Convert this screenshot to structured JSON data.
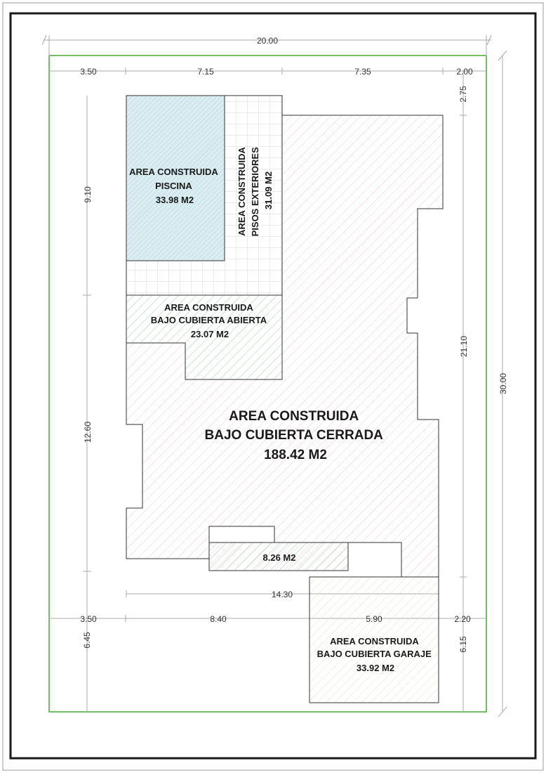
{
  "colors": {
    "frame": "#1a1a1a",
    "lot_boundary": "#44aa33",
    "outline": "#333333",
    "dim_line": "#aaaaaa",
    "hatch_house": "#e9c9d1",
    "hatch_roof": "#9fcfb0",
    "hatch_garage": "#e2e6bf",
    "pool_fill": "#dcedf2",
    "pool_hatch": "#9ccbd6",
    "tile_grid": "#d6d6d6"
  },
  "areas": {
    "piscina": [
      "AREA CONSTRUIDA",
      "PISCINA",
      "33.98 M2"
    ],
    "pisos_exteriores": [
      "AREA CONSTRUIDA",
      "PISOS EXTERIORES",
      "31.09 M2"
    ],
    "cubierta_abierta": [
      "AREA CONSTRUIDA",
      "BAJO CUBIERTA ABIERTA",
      "23.07 M2"
    ],
    "cubierta_cerrada": [
      "AREA CONSTRUIDA",
      "BAJO CUBIERTA CERRADA",
      "188.42 M2"
    ],
    "small": "8.26 M2",
    "garaje": [
      "AREA CONSTRUIDA",
      "BAJO CUBIERTA GARAJE",
      "33.92 M2"
    ]
  },
  "dimensions": {
    "total_width": "20.00",
    "total_height": "30.00",
    "top_segments": [
      "3.50",
      "7.15",
      "7.35",
      "2.00"
    ],
    "top_right_offset": "2.75",
    "left_upper": "9.10",
    "left_lower": "12.60",
    "right_house": "21.10",
    "house_bottom_width": "14.30",
    "bottom_segments": [
      "3.50",
      "8.40",
      "5.90",
      "2.20"
    ],
    "bottom_left": "6.45",
    "bottom_right": "6.15"
  }
}
